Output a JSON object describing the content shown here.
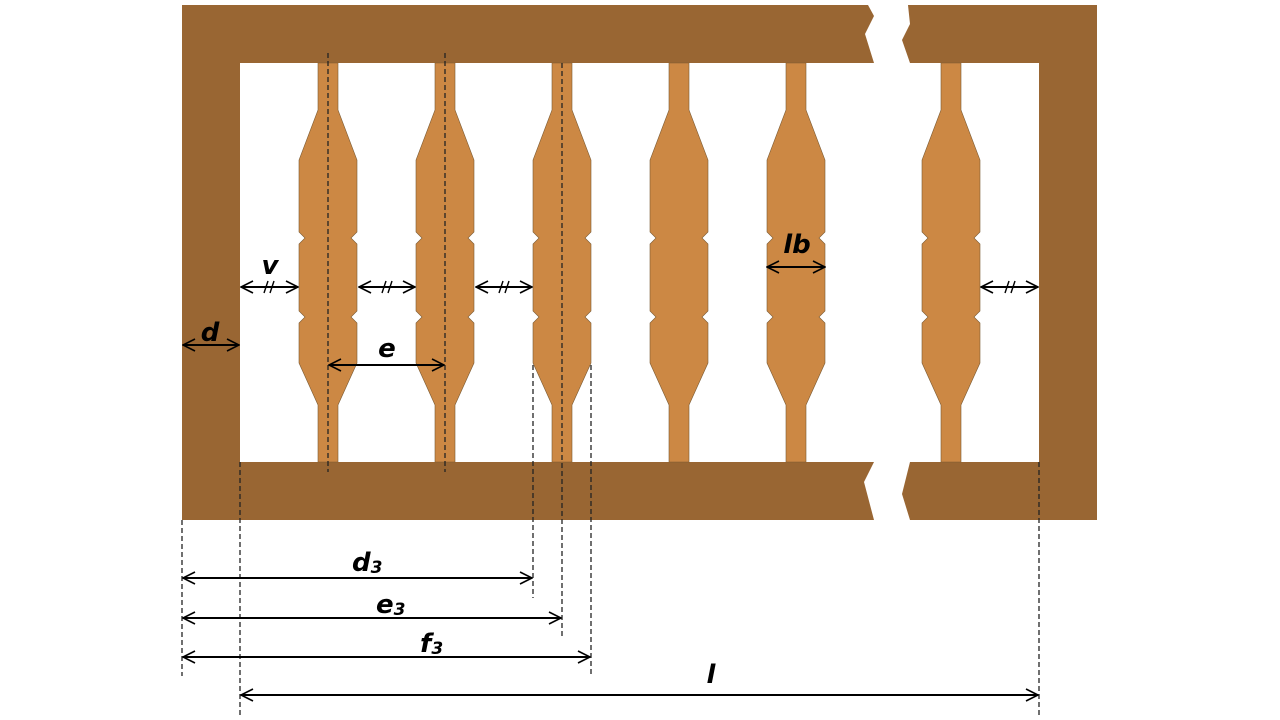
{
  "colors": {
    "frame": "#996633",
    "baluster": "#CC8844",
    "outline": "#7a5a33",
    "background": "#ffffff",
    "dimension": "#000000"
  },
  "labels": {
    "d": "d",
    "v": "v",
    "e": "e",
    "lb": "lb",
    "d3": {
      "base": "d",
      "sub": "3"
    },
    "e3": {
      "base": "e",
      "sub": "3"
    },
    "f3": {
      "base": "f",
      "sub": "3"
    },
    "l": "l"
  }
}
